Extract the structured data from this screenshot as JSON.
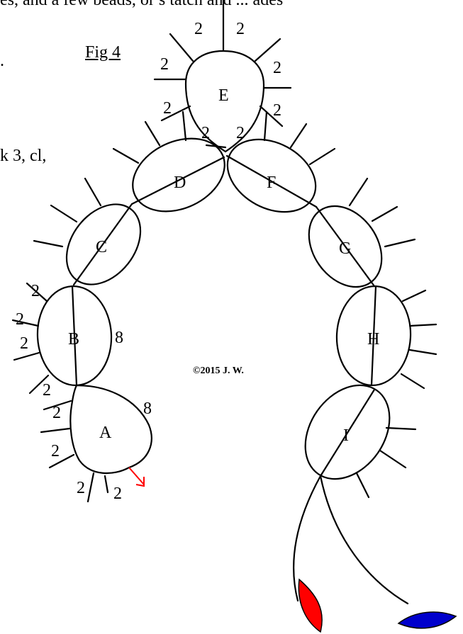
{
  "figure": {
    "title": "Fig 4",
    "copyright": "©2015 J. W.",
    "top_text_fragment": "es, and a few beads, or s tatch and ... ades",
    "side_fragment_1": ".",
    "side_fragment_2": "k 3, cl,"
  },
  "rings": [
    {
      "id": "A",
      "label": "A"
    },
    {
      "id": "B",
      "label": "B"
    },
    {
      "id": "C",
      "label": "C"
    },
    {
      "id": "D",
      "label": "D"
    },
    {
      "id": "E",
      "label": "E"
    },
    {
      "id": "F",
      "label": "F"
    },
    {
      "id": "G",
      "label": "G"
    },
    {
      "id": "H",
      "label": "H"
    },
    {
      "id": "I",
      "label": "I"
    }
  ],
  "stitch_counts": {
    "e_top_left": "2",
    "e_top_right": "2",
    "e_left_1": "2",
    "e_left_2": "2",
    "e_right_1": "2",
    "e_right_2": "2",
    "e_bottom_left": "2",
    "e_bottom_right": "2",
    "b_left_1": "2",
    "b_left_2": "2",
    "b_left_3": "2",
    "b_right": "8",
    "a_left_1": "2",
    "a_left_2": "2",
    "a_left_3": "2",
    "a_bottom_1": "2",
    "a_bottom_2": "2",
    "a_right": "8"
  },
  "colors": {
    "line": "#000000",
    "arrow": "#ff0000",
    "shuttle_left": "#ff0000",
    "shuttle_right": "#0000cc"
  }
}
